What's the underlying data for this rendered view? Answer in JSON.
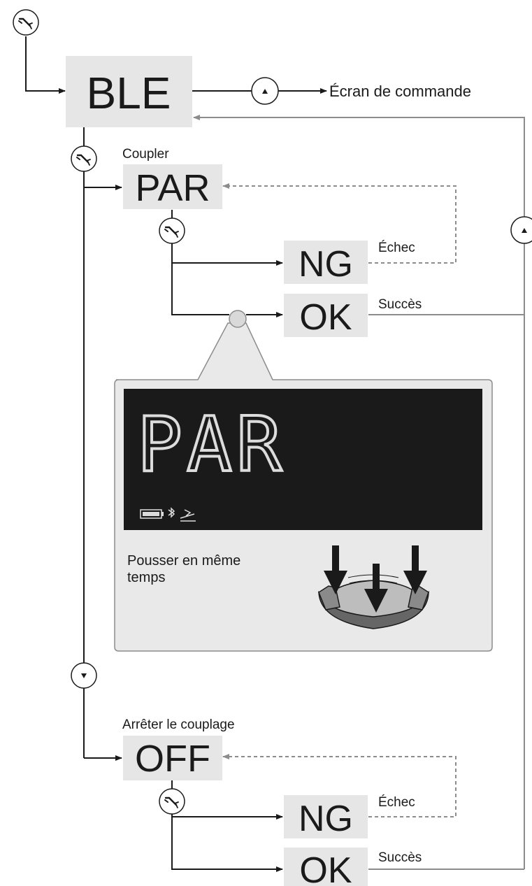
{
  "colors": {
    "box_fill": "#e6e6e6",
    "line_black": "#1a1a1a",
    "line_gray": "#8c8c8c",
    "panel_fill": "#e9e9e9",
    "lcd_fill": "#1a1a1a",
    "lcd_segment": "#dcdcdc"
  },
  "icons": {
    "wrench": "wrench-icon",
    "up": "triangle-up-icon",
    "down": "triangle-down-icon"
  },
  "boxes": {
    "ble": "BLE",
    "par": "PAR",
    "ng1": "NG",
    "ok1": "OK",
    "off": "OFF",
    "ng2": "NG",
    "ok2": "OK"
  },
  "labels": {
    "command_screen": "Écran de commande",
    "pair": "Coupler",
    "fail_1": "Échec",
    "success_1": "Succès",
    "stop_pair": "Arrêter le couplage",
    "fail_2": "Échec",
    "success_2": "Succès"
  },
  "panel": {
    "lcd_text": "PAR",
    "instruction_line1": "Pousser en même",
    "instruction_line2": "temps"
  }
}
